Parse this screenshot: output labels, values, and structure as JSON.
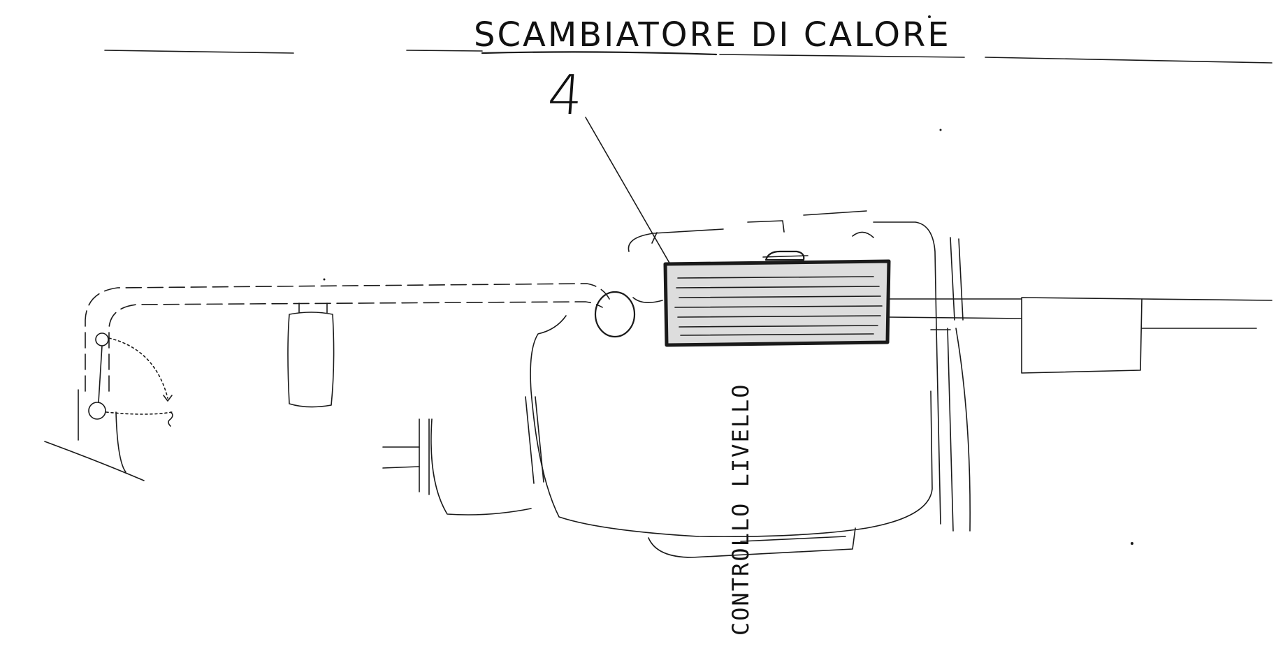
{
  "drawing": {
    "title": "SCAMBIATORE DI CALORE",
    "callout_number": "4",
    "component_label": "CONTROLLO LIVELLO"
  },
  "colors": {
    "ink": "#1a1a1a",
    "paper": "#ffffff",
    "shading": "#b8b8b8"
  }
}
